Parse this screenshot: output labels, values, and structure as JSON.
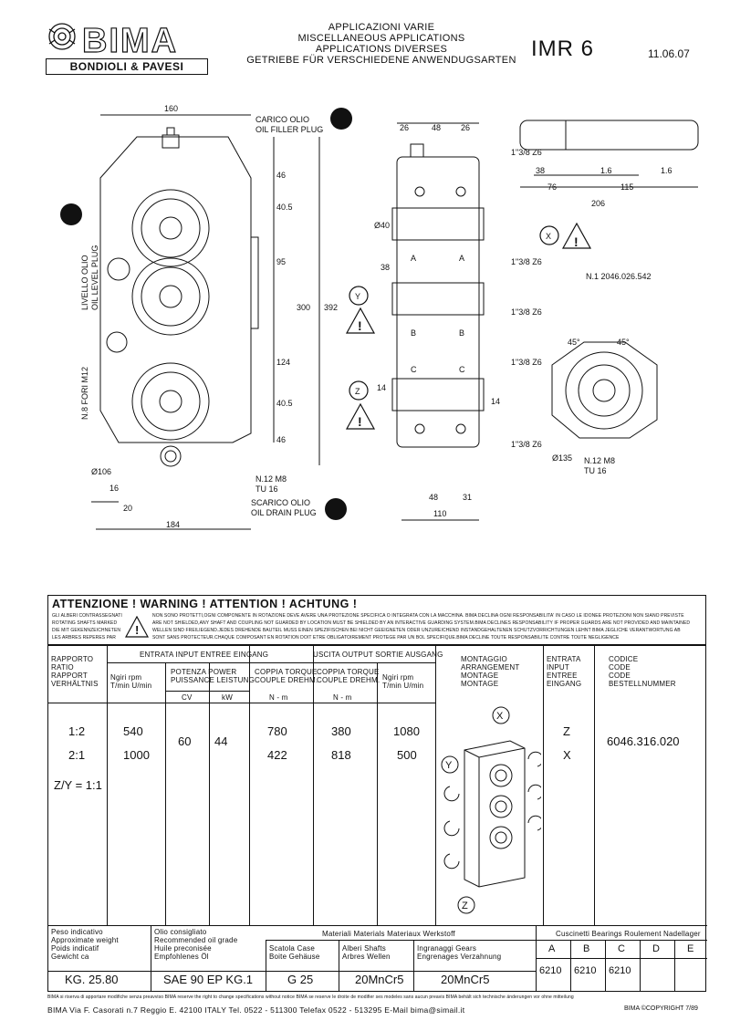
{
  "header": {
    "logo_top": "BIMA",
    "logo_bottom": "BONDIOLI & PAVESI",
    "title_lines": [
      "APPLICAZIONI VARIE",
      "MISCELLANEOUS APPLICATIONS",
      "APPLICATIONS DIVERSES",
      "GETRIEBE FÜR VERSCHIEDENE ANWENDUGSARTEN"
    ],
    "model": "IMR 6",
    "date": "11.06.07"
  },
  "drawing": {
    "dims": [
      "160",
      "46",
      "40.5",
      "95",
      "300",
      "392",
      "124",
      "40.5",
      "46",
      "184",
      "20",
      "16",
      "Ø106",
      "26",
      "48",
      "26",
      "Ø40",
      "38",
      "1\"3/8 Z6",
      "1\"3/8 Z6",
      "1\"3/8 Z6",
      "1\"3/8 Z6",
      "1\"3/8 Z6",
      "14",
      "14",
      "48",
      "31",
      "110",
      "38",
      "76",
      "1.6",
      "115",
      "1.6",
      "206",
      "45°",
      "45°",
      "Ø135"
    ],
    "labels": {
      "oil_filler": [
        "CARICO OLIO",
        "OIL FILLER PLUG"
      ],
      "oil_level": [
        "LIVELLO OLIO",
        "OIL LEVEL PLUG"
      ],
      "holes": "N.8 FORI M12",
      "thread1": [
        "N.12 M8",
        "TU 16"
      ],
      "oil_drain": [
        "SCARICO OLIO",
        "OIL DRAIN PLUG"
      ],
      "thread2": [
        "N.12 M8",
        "TU 16"
      ],
      "part_no": "N.1 2046.026.542",
      "shafts": [
        "A",
        "A",
        "B",
        "B",
        "C",
        "C"
      ],
      "markers": [
        "X",
        "Y",
        "Z"
      ]
    }
  },
  "warning": {
    "heading": "ATTENZIONE !   WARNING !   ATTENTION !   ACHTUNG !",
    "left_lines": [
      "GLI ALBERI CONTRASSEGNATI",
      "ROTATING SHAFTS MARKED",
      "DIE MIT GEKENNZEICHNETEN",
      "LES ARBRES REPERES PAR"
    ],
    "right_lines": [
      "NON SONO PROTETTI,OGNI COMPONENTE IN ROTAZIONE DEVE AVERE UNA PROTEZIONE SPECIFICA O INTEGRATA CON LA MACCHINA. BIMA DECLINA OGNI RESPONSABILITA' IN CASO LE IDONEE PROTEZIONI NON SIANO PREVISTE",
      "ARE NOT SHIELDED,ANY SHAFT AND COUPLING NOT GUARDED BY LOCATION MUST BE SHIELDED BY AN INTERACTIVE GUARDING SYSTEM.BIMA DECLINES RESPONSABILITY IF PROPER GUARDS ARE NOT PROVIDED AND MAINTAINED",
      "WELLEN SIND FREILIEGEND.JEDES DREHENDE BAUTEIL MUSS EINEN SPEZIFISCHEN BEI NICHT GEEIGNETEN ODER UNZUREICHEND INSTANDGEHALTENEN SCHUTZVORRICHTUNGEN LEHNT BIMA JEGLICHE VERANTWORTUNG AB",
      "SONT SANS PROTECTEUR.CHAQUE COMPOSANT EN ROTATION DOIT ETRE OBLIGATOIREMENT PROTEGE PAR UN BOL SPECIFIQUE.BIMA DECLINE TOUTE RESPONSABILITE CONTRE TOUTE NEGLIGENCE"
    ]
  },
  "table": {
    "ratio_header": [
      "RAPPORTO",
      "RATIO",
      "RAPPORT",
      "VERHÄLTNIS"
    ],
    "input_header": "ENTRATA INPUT ENTREE EINGANG",
    "output_header": "USCITA OUTPUT SORTIE AUSGANG",
    "speed_header": [
      "Ngiri  rpm",
      "T/min  U/min"
    ],
    "power_header": [
      "POTENZA POWER",
      "PUISSANCE LEISTUNG"
    ],
    "power_units": [
      "CV",
      "kW"
    ],
    "torque_in_header": [
      "COPPIA TORQUE",
      "COUPLE DREHM."
    ],
    "torque_out_header": [
      "COPPIA TORQUE",
      "COUPLE DREHM."
    ],
    "torque_unit": "N - m",
    "speed_out_header": [
      "Ngiri  rpm",
      "T/min  U/min"
    ],
    "arrangement_header": [
      "MONTAGGIO",
      "ARRANGEMENT",
      "MONTAGE",
      "MONTAGE"
    ],
    "entry_header": [
      "ENTRATA",
      "INPUT",
      "ENTREE",
      "EINGANG"
    ],
    "code_header": [
      "CODICE",
      "CODE",
      "CODE",
      "BESTELLNUMMER"
    ],
    "rows": [
      {
        "ratio": "1:2",
        "rpm_in": "540",
        "cv": "60",
        "kw": "44",
        "torque_in": "780",
        "torque_out": "380",
        "rpm_out": "1080",
        "entry": "Z"
      },
      {
        "ratio": "2:1",
        "rpm_in": "1000",
        "torque_in": "422",
        "torque_out": "818",
        "rpm_out": "500",
        "entry": "X"
      }
    ],
    "ratio_note": "Z/Y = 1:1",
    "code": "6046.316.020",
    "arrangement_markers": [
      "X",
      "Y",
      "Z"
    ],
    "weight": {
      "labels": [
        "Peso indicativo",
        "Approximate weight",
        "Poids indicatif",
        "Gewicht ca"
      ],
      "value": "KG. 25.80"
    },
    "oil": {
      "labels": [
        "Olio consigliato",
        "Recommended oil grade",
        "Huile preconisée",
        "Empfohlenes Öl"
      ],
      "value": "SAE 90 EP KG.1"
    },
    "materials_header": "Materiali Materials Materiaux Werkstoff",
    "case": {
      "labels": [
        "Scatola Case",
        "Boite Gehäuse"
      ],
      "value": "G 25"
    },
    "shafts": {
      "labels": [
        "Alberi Shafts",
        "Arbres Wellen"
      ],
      "value": "20MnCr5"
    },
    "gears": {
      "labels": [
        "Ingranaggi Gears",
        "Engrenages Verzahnung"
      ],
      "value": "20MnCr5"
    },
    "bearings_header": "Cuscinetti Bearings Roulement Nadellager",
    "bearing_cols": [
      "A",
      "B",
      "C",
      "D",
      "E"
    ],
    "bearing_vals": [
      "6210",
      "6210",
      "6210",
      "",
      ""
    ]
  },
  "footer": {
    "disclaimer": "BIMA si riserva di apportare modifiche senza preavviso   BIMA reserve the right to change specifications without notice   BIMA se reserve le droite de modifier ses modeles sans aucun preavis   BIMA behält sich technische änderungen vor ohne mitteilung",
    "address": "BIMA Via F. Casorati n.7 Reggio E. 42100 ITALY Tel. 0522 - 511300   Telefax 0522 - 513295   E-Mail bima@simail.it",
    "copyright": "BIMA ©COPYRIGHT 7/89"
  }
}
